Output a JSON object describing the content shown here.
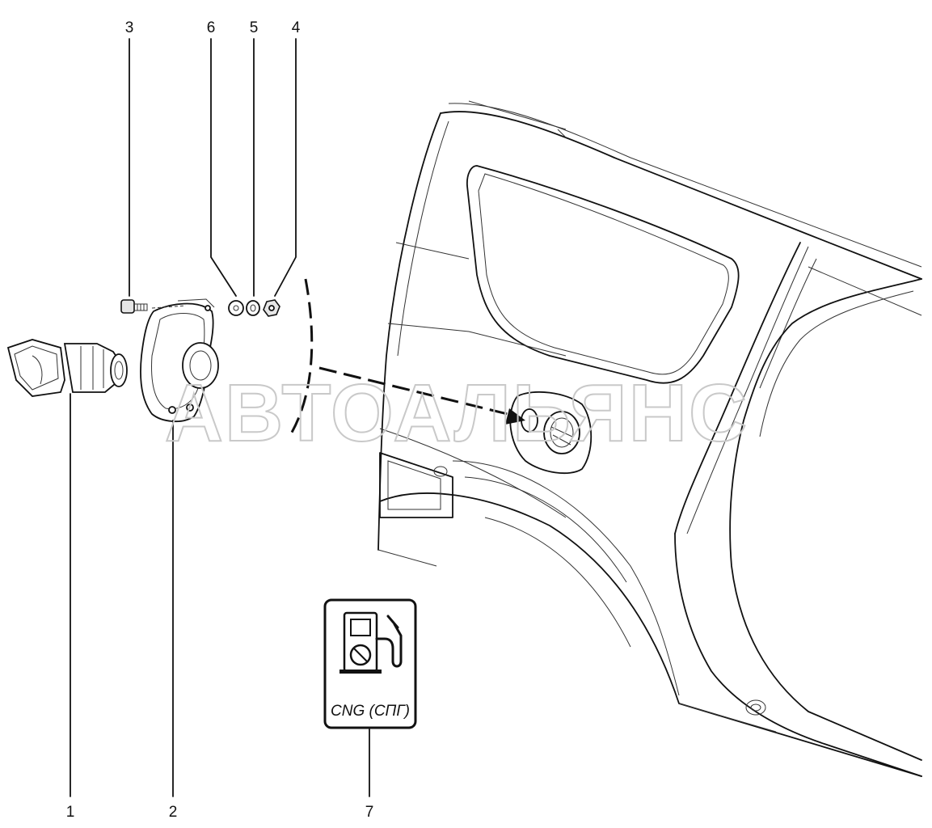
{
  "callouts": {
    "c1": "1",
    "c2": "2",
    "c3": "3",
    "c4": "4",
    "c5": "5",
    "c6": "6",
    "c7": "7"
  },
  "watermark": "АВТОАЛЬЯНС",
  "plate_label": "CNG (СПГ)",
  "colors": {
    "line": "#111111",
    "watermark": "#c9c9c9",
    "background": "#ffffff"
  }
}
